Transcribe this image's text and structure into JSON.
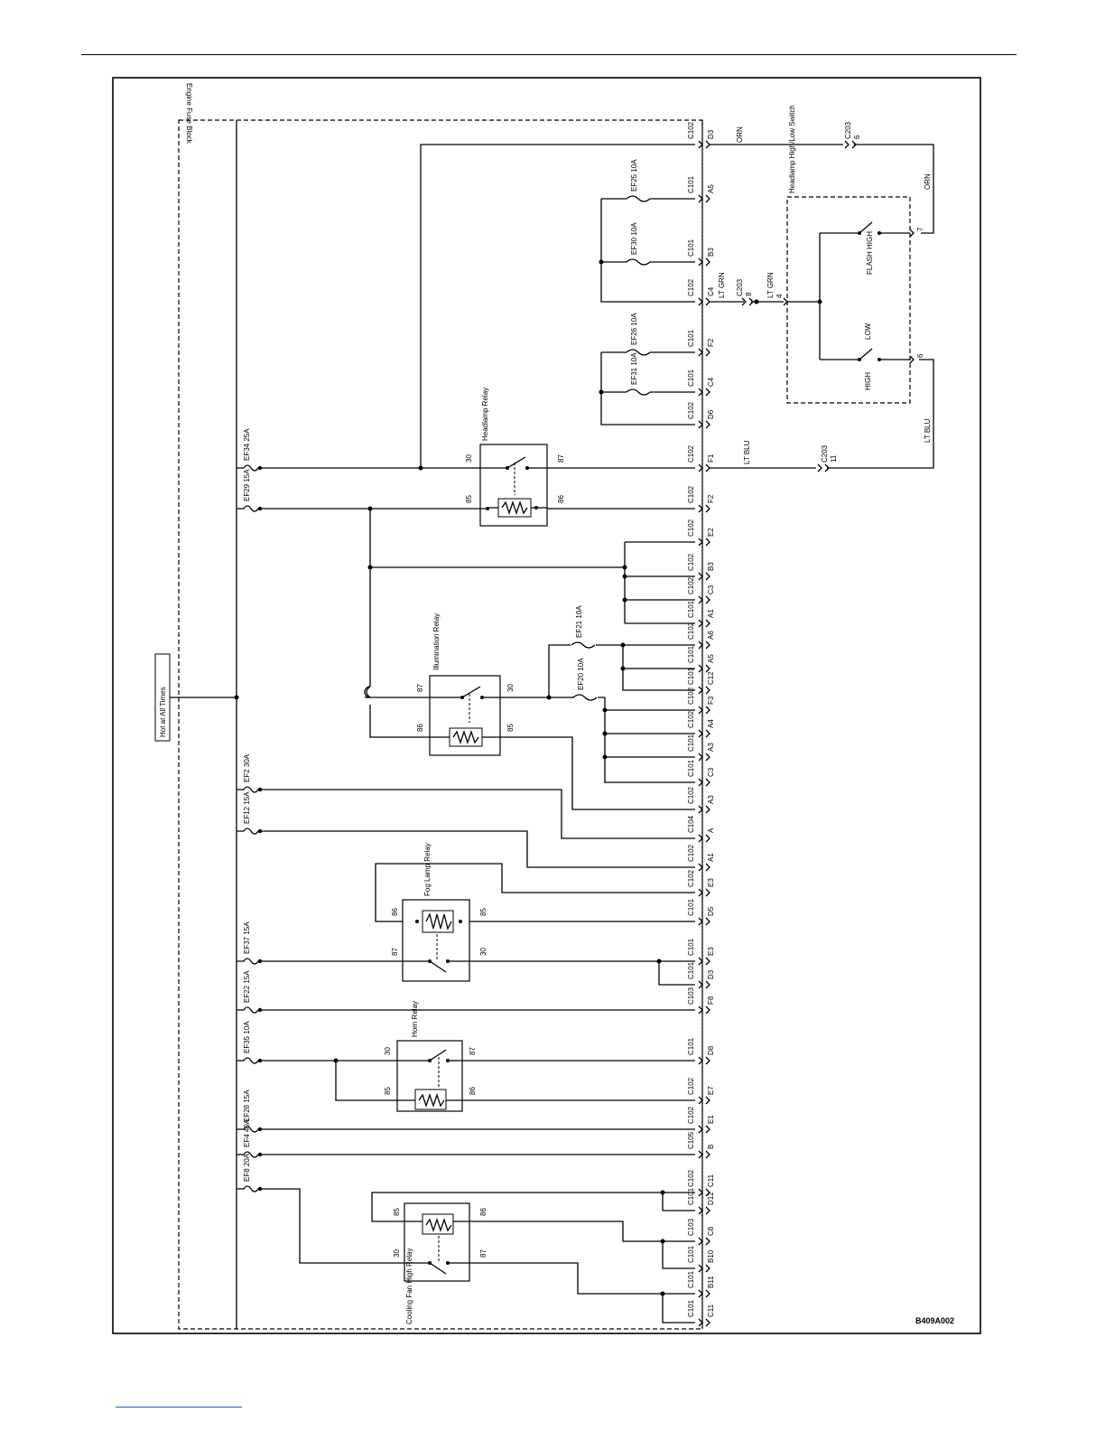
{
  "diagram_id": "B409A002",
  "hot_label": "Hot at All Times",
  "block_label": "Engine Fuse Block",
  "fuses": {
    "ef34": "EF34 25A",
    "ef29": "EF29 15A",
    "ef2": "EF2 30A",
    "ef12": "EF12 15A",
    "ef37": "EF37 15A",
    "ef22": "EF22 15A",
    "ef35": "EF35 10A",
    "ef28": "EF28 15A",
    "ef4": "EF4 40A",
    "ef8": "EF8 20A",
    "ef25": "EF25 10A",
    "ef30": "EF30 10A",
    "ef26": "EF26 10A",
    "ef31": "EF31 10A",
    "ef21": "EF21 10A",
    "ef20": "EF20 10A"
  },
  "relays": {
    "headlamp": "Headlamp Relay",
    "illumination": "Illumination Relay",
    "fog": "Fog Lamp Relay",
    "horn": "Horn Relay",
    "cooling": "Cooling Fan High Relay"
  },
  "pins": {
    "p30": "30",
    "p85": "85",
    "p86": "86",
    "p87": "87"
  },
  "connectors": {
    "d3": [
      "C102",
      "D3"
    ],
    "a5": [
      "C101",
      "A5"
    ],
    "b3": [
      "C101",
      "B3"
    ],
    "c4": [
      "C102",
      "C4"
    ],
    "f2a": [
      "C101",
      "F2"
    ],
    "c4b": [
      "C101",
      "C4"
    ],
    "d6": [
      "C102",
      "D6"
    ],
    "f1": [
      "C102",
      "F1"
    ],
    "f2b": [
      "C102",
      "F2"
    ],
    "e2": [
      "C102",
      "E2"
    ],
    "b3b": [
      "C102",
      "B3"
    ],
    "c3": [
      "C102",
      "C3"
    ],
    "a1": [
      "C101",
      "A1"
    ],
    "a6": [
      "C102",
      "A6"
    ],
    "a5b": [
      "C101",
      "A5"
    ],
    "c12": [
      "C101",
      "C12"
    ],
    "f3": [
      "C102",
      "F3"
    ],
    "a4": [
      "C102",
      "A4"
    ],
    "a3": [
      "C101",
      "A3"
    ],
    "c3b": [
      "C101",
      "C3"
    ],
    "a3b": [
      "C102",
      "A3"
    ],
    "a": [
      "C104",
      "A"
    ],
    "a1b": [
      "C102",
      "A1"
    ],
    "e3": [
      "C102",
      "E3"
    ],
    "d5": [
      "C101",
      "D5"
    ],
    "e3b": [
      "C101",
      "E3"
    ],
    "d3b": [
      "C101",
      "D3"
    ],
    "f8": [
      "C103",
      "F8"
    ],
    "d8": [
      "C101",
      "D8"
    ],
    "e7": [
      "C102",
      "E7"
    ],
    "e1": [
      "C102",
      "E1"
    ],
    "b": [
      "C105",
      "B"
    ],
    "c11": [
      "C102",
      "C11"
    ],
    "d12": [
      "C101",
      "D12"
    ],
    "c8": [
      "C103",
      "C8"
    ],
    "b10": [
      "C101",
      "B10"
    ],
    "b11": [
      "C101",
      "B11"
    ],
    "c11b": [
      "C101",
      "C11"
    ]
  },
  "wires": {
    "orn": "ORN",
    "orn2": "ORN",
    "ltgrn": "LT GRN",
    "ltgrn2": "LT GRN",
    "ltblu": "LT BLU",
    "ltblu2": "LT BLU"
  },
  "c203": {
    "orn": [
      "C203",
      "6"
    ],
    "ltgrn": [
      "C203",
      "8"
    ],
    "ltblu": [
      "C203",
      "11"
    ]
  },
  "switch": {
    "title": "Headlamp High/Low Switch",
    "flash_high": "FLASH HIGH",
    "low": "LOW",
    "high": "HIGH",
    "pin7": "7",
    "pin4": "4",
    "pin6": "6"
  }
}
